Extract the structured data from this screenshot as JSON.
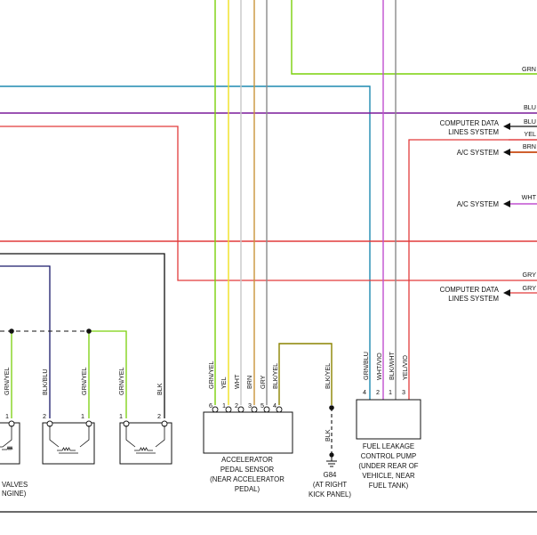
{
  "right_connectors": [
    {
      "label_lines": [
        "COMPUTER DATA",
        "LINES SYSTEM"
      ],
      "wires": [
        "BLU",
        "YEL"
      ]
    },
    {
      "label_lines": [
        "A/C SYSTEM"
      ],
      "wires": [
        "BRN"
      ]
    },
    {
      "label_lines": [
        "A/C SYSTEM"
      ],
      "wires": [
        "WHT"
      ]
    },
    {
      "label_lines": [
        "COMPUTER DATA",
        "LINES SYSTEM"
      ],
      "wires": [
        "GRY"
      ]
    }
  ],
  "top_wire_labels": [
    "GRN",
    "BLU",
    "GRY"
  ],
  "left_valve_connectors": [
    {
      "wires": [
        {
          "color_code": "GRN/YEL",
          "pin": "1"
        }
      ]
    },
    {
      "wires": [
        {
          "color_code": "BLK/BLU",
          "pin": "2"
        },
        {
          "color_code": "GRN/YEL",
          "pin": "1"
        }
      ]
    },
    {
      "wires": [
        {
          "color_code": "GRN/YEL",
          "pin": "1"
        },
        {
          "color_code": "BLK",
          "pin": "2"
        }
      ]
    }
  ],
  "left_component_caption": [
    "VALVES",
    "NGINE)"
  ],
  "accelerator_pedal_sensor": {
    "caption": [
      "ACCELERATOR",
      "PEDAL SENSOR",
      "(NEAR ACCELERATOR",
      "PEDAL)"
    ],
    "pins": [
      {
        "pin": "6",
        "color_code": "GRN/YEL"
      },
      {
        "pin": "1",
        "color_code": "YEL"
      },
      {
        "pin": "2",
        "color_code": "WHT"
      },
      {
        "pin": "3",
        "color_code": "BRN"
      },
      {
        "pin": "5",
        "color_code": "GRY"
      },
      {
        "pin": "4",
        "color_code": "BLK/YEL"
      }
    ]
  },
  "ground": {
    "wire_top": "BLK/YEL",
    "wire_bottom": "BLK",
    "id": "G84",
    "caption": [
      "(AT RIGHT",
      "KICK PANEL)"
    ]
  },
  "fuel_leakage_pump": {
    "caption": [
      "FUEL LEAKAGE",
      "CONTROL PUMP",
      "(UNDER REAR OF",
      "VEHICLE, NEAR",
      "FUEL TANK)"
    ],
    "pins": [
      {
        "pin": "4",
        "color_code": "GRN/BLU"
      },
      {
        "pin": "2",
        "color_code": "WHT/VIO"
      },
      {
        "pin": "1",
        "color_code": "BLK/WHT"
      },
      {
        "pin": "3",
        "color_code": "YEL/VIO"
      }
    ]
  },
  "colors": {
    "green": "#7ad00a",
    "yellow": "#f0e020",
    "white_wire": "#c8c8c8",
    "brown": "#c9943a",
    "gray": "#8a8a8a",
    "olive": "#8c8400",
    "blue": "#1e8ab0",
    "purple": "#7a1a9a",
    "red": "#e23b3b",
    "violet": "#c050d0",
    "navy": "#1a1a6a",
    "orange_red": "#c84a10",
    "black": "#111111"
  }
}
